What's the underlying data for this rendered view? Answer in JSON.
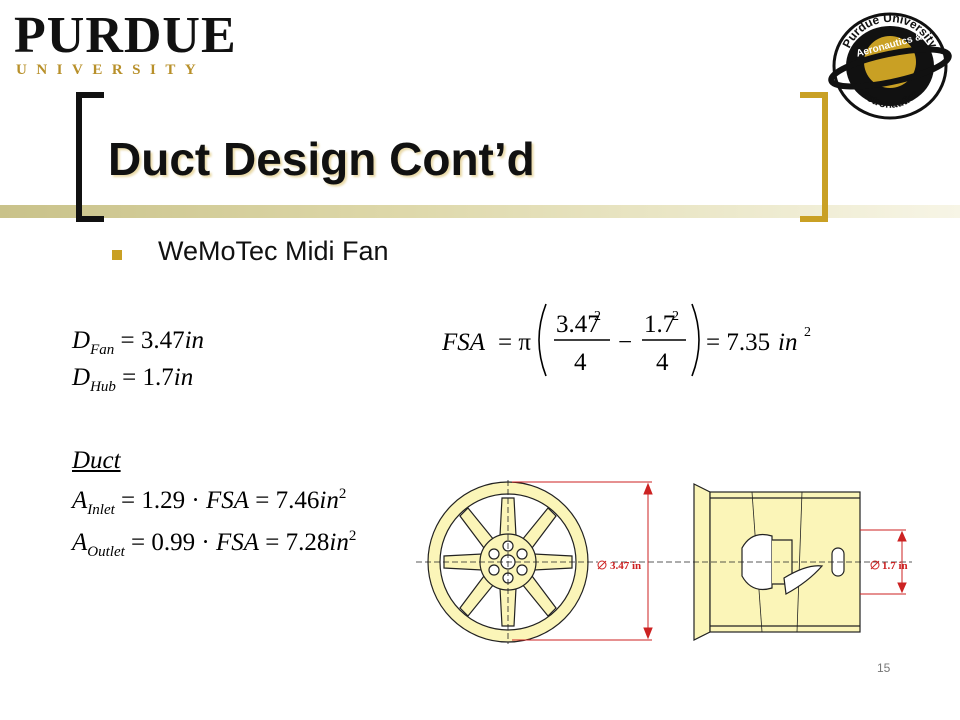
{
  "header": {
    "logo_word": "PURDUE",
    "logo_sub": "UNIVERSITY",
    "seal_top": "Purdue University",
    "seal_mid": "Aeronautics &",
    "seal_bottom": "Astronautics"
  },
  "slide": {
    "title": "Duct Design Cont’d",
    "bullet": "WeMoTec Midi Fan",
    "page_number": "15"
  },
  "equations": {
    "d_fan": {
      "sym": "D",
      "sub": "Fan",
      "rhs": "= 3.47",
      "unit": "in"
    },
    "d_hub": {
      "sym": "D",
      "sub": "Hub",
      "rhs": "= 1.7",
      "unit": "in"
    },
    "duct_heading": "Duct",
    "a_inlet": {
      "sym": "A",
      "sub": "Inlet",
      "rhs": "= 1.29 · ",
      "fsa": "FSA",
      "eq": " = 7.46",
      "unit": "in",
      "exp": "2"
    },
    "a_outlet": {
      "sym": "A",
      "sub": "Outlet",
      "rhs": "= 0.99 · ",
      "fsa": "FSA",
      "eq": " = 7.28",
      "unit": "in",
      "exp": "2"
    },
    "fsa": {
      "lhs": "FSA",
      "eq": "= π",
      "num1": "3.47",
      "num2": "1.7",
      "exp": "2",
      "den": "4",
      "minus": "−",
      "result": "= 7.35",
      "unit": "in"
    }
  },
  "diagram": {
    "dim_fan": "3.47 in",
    "dim_hub": "1.7 in",
    "colors": {
      "fill": "#fbf5b8",
      "stroke": "#222222",
      "dimension": "#cc2222"
    }
  }
}
